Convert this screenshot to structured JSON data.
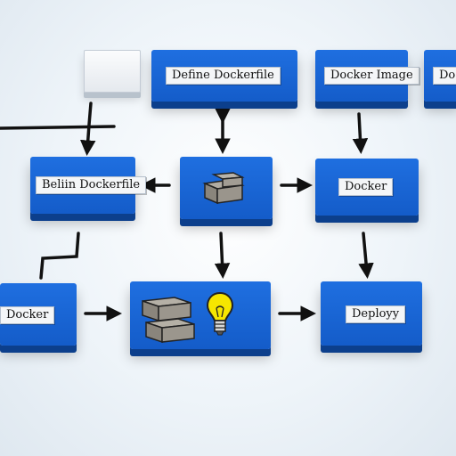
{
  "nodes": {
    "define_dockerfile": {
      "label": "Define  Dockerfile"
    },
    "docker_image": {
      "label": "Docker Image"
    },
    "docker_right_edge": {
      "label": "Do"
    },
    "build_dockerfile": {
      "label": "Beliin Dockerfile"
    },
    "docker_middle": {
      "label": "Docker"
    },
    "docker_bottom_left": {
      "label": "Docker"
    },
    "deploy": {
      "label": "Deployy"
    }
  },
  "icons": {
    "center_top": "stacked-boxes-icon",
    "center_bottom_boxes": "stacked-boxes-icon",
    "center_bottom_bulb": "lightbulb-icon"
  },
  "colors": {
    "block_blue": "#1a66d6",
    "block_shadow": "#0c3f8c",
    "arrow": "#111111",
    "label_bg": "#f4f6f8",
    "box_gray": "#8f8a80",
    "bulb_yellow": "#f6e600"
  }
}
